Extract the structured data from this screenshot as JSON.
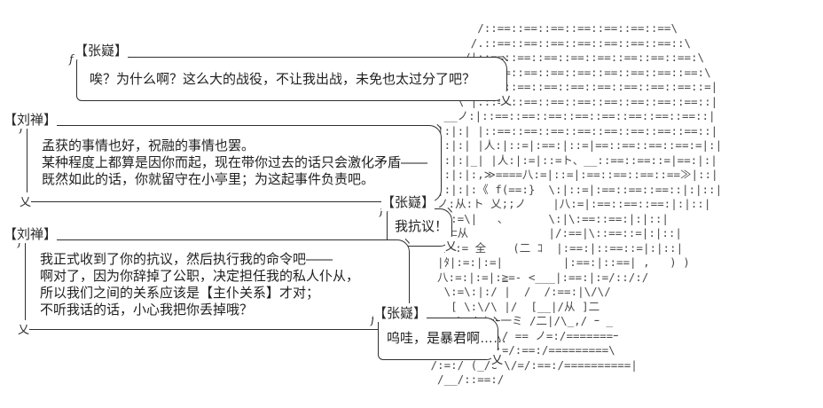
{
  "page": {
    "background": "#ffffff",
    "text_color": "#1f1f1f",
    "art_color": "#4a4a4a"
  },
  "decor": {
    "corner_f": "f",
    "corner_curl": "ヽ",
    "corner_tail": "乂"
  },
  "dialogue": [
    {
      "speaker": "【张嶷】",
      "lines": [
        "唉？为什么啊？这么大的战役，不让我出战，未免也太过分了吧？"
      ]
    },
    {
      "speaker": "【刘禅】",
      "lines": [
        "孟获的事情也好，祝融的事情也罢。",
        "某种程度上都算是因你而起，现在带你过去的话只会激化矛盾——",
        "既然如此的话，你就留守在小亭里；为这起事件负责吧。"
      ]
    },
    {
      "speaker": "【张嶷】",
      "lines": [
        "我抗议！"
      ]
    },
    {
      "speaker": "【刘禅】",
      "lines": [
        "我正式收到了你的抗议，然后执行我的命令吧——",
        "啊对了，因为你辞掉了公职，决定担任我的私人仆从，",
        "所以我们之间的关系应该是【主仆关系】才对；",
        "不听我话的话，小心我把你丢掉哦？"
      ]
    },
    {
      "speaker": "【张嶷】",
      "lines": [
        "呜哇，是暴君啊……"
      ]
    }
  ],
  "ascii_art": {
    "description": "AA character with large dotted hat and long hair, right side of scene",
    "lines": [
      "        /::==::==::==::==::==::==::==\\",
      "       /.::==::==::==::==::==::==::==::\\",
      "      /|::==::==::==::==::==::==::==::==:\\",
      "     / |.::==::==::==::==::==::==::==::==:\\",
      "    |  |::==::==::==::==::==::==::==::==::=|",
      "     \\ |.::==::==::==::==::==::==::==::==::|",
      "   __ノ:|::==::==::==::==::==::==::==::==::|",
      "  |:|:| |::==::==::==::==::==::==::==::==::|",
      "  |:|:| |人:|::=|:==:|::=|==::==::==::==:=|:|",
      "  |:|:|_| |人:|:=|::=ト、__::==::==::=|==:|:|",
      "  |:|:|:,≫====八:=|::=|:==::==::==::==≫|::|",
      "  |:|:|:《 f(==:}  \\:|::=|:==::==::==::|:|::|",
      "  ノ:从:ト 乂;;ノ    |八:=|:==::==::==:|:|::|",
      "   \\:=\\|   、      \\:|\\:==::==:|:|::|",
      "   :⊂从            |/:==|\\::==::=|:|::|",
      "   乂:= 全    (二 ｺ  |:==:|::==::=|:|::|",
      "  |ﾀ|:=:|:=|         |:==:|::==| ,   ) )",
      "  八:=:|:=|:≧=- <___|:==:|:=/::/:/",
      "   \\:=\\:|:/ |  /  /:==:|\\/\\/",
      "    [ \\:\\/\\ |/  [__|/从 ]二",
      "     \\ /=ｾｯｰ一ミ /二|/\\_,/ ｰ _",
      "   |:/ /[二\\/ == ノ=:/=======ｰ",
      "   乂/ /∧ /:=/:==:/=========\\",
      " /:=:/ (_/C \\/=/:==:/==========|",
      "  /__/::==:/"
    ]
  }
}
